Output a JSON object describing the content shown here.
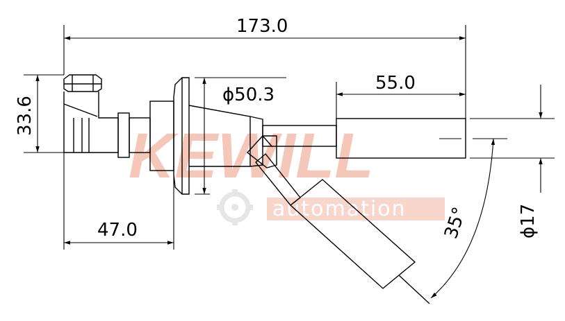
{
  "dimensions": {
    "overall_length": "173.0",
    "flange_diameter": "ϕ50.3",
    "float_length": "55.0",
    "connector_height": "33.6",
    "mount_offset": "47.0",
    "float_diameter": "ϕ17",
    "swing_angle": "35°"
  },
  "watermark": {
    "brand": "KEWILL",
    "tagline": "automation",
    "color": "#f5c7b8",
    "tagline_bg": "#f8d6cb",
    "gear_color": "#e6e6e6"
  },
  "colors": {
    "line": "#000000",
    "background": "#ffffff"
  }
}
